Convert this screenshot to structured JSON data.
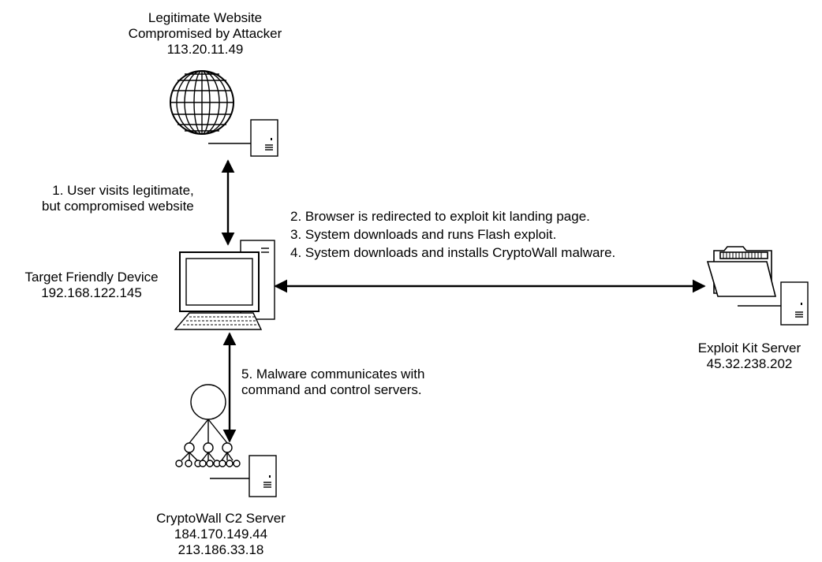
{
  "nodes": {
    "website": {
      "lines": [
        "Legitimate Website",
        "Compromised by Attacker",
        "113.20.11.49"
      ],
      "icon": "globe-icon"
    },
    "target": {
      "lines": [
        "Target Friendly Device",
        "192.168.122.145"
      ],
      "icon": "desktop-computer-icon"
    },
    "exploit_kit": {
      "lines": [
        "Exploit Kit Server",
        "45.32.238.202"
      ],
      "icon": "folder-icon"
    },
    "c2": {
      "lines": [
        "CryptoWall C2 Server",
        "184.170.149.44",
        "213.186.33.18"
      ],
      "icon": "network-hierarchy-icon"
    }
  },
  "steps": {
    "step1": [
      "1. User visits legitimate,",
      "but compromised website"
    ],
    "step2": "2. Browser is redirected to exploit kit landing page.",
    "step3": "3. System downloads and runs Flash exploit.",
    "step4": "4. System downloads and installs CryptoWall malware.",
    "step5": [
      "5. Malware communicates with",
      "command and control servers."
    ]
  }
}
